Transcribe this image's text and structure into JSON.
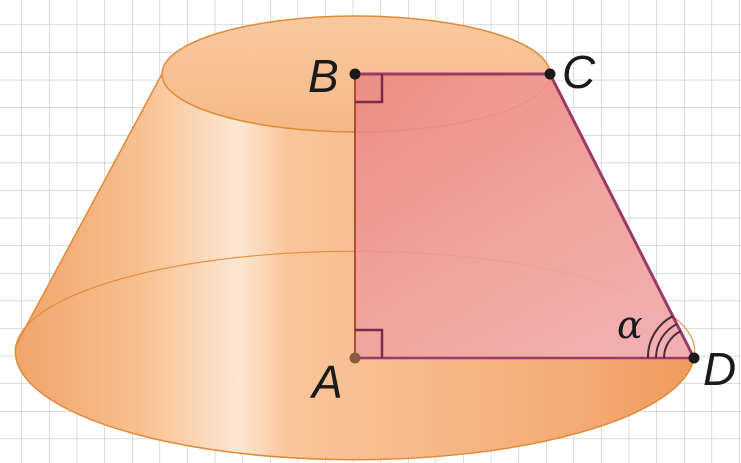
{
  "points": {
    "A": "A",
    "B": "B",
    "C": "C",
    "D": "D"
  },
  "angle_label": "α",
  "colors": {
    "grid_line": "#b9b9b9",
    "frustum_fill": "#f6b47e",
    "frustum_edge": "#e08a3c",
    "section_fill": "#e98a8a",
    "section_edge": "#9b3a6a",
    "point": "#1a1a1a",
    "point_a": "#8a5a3a"
  }
}
